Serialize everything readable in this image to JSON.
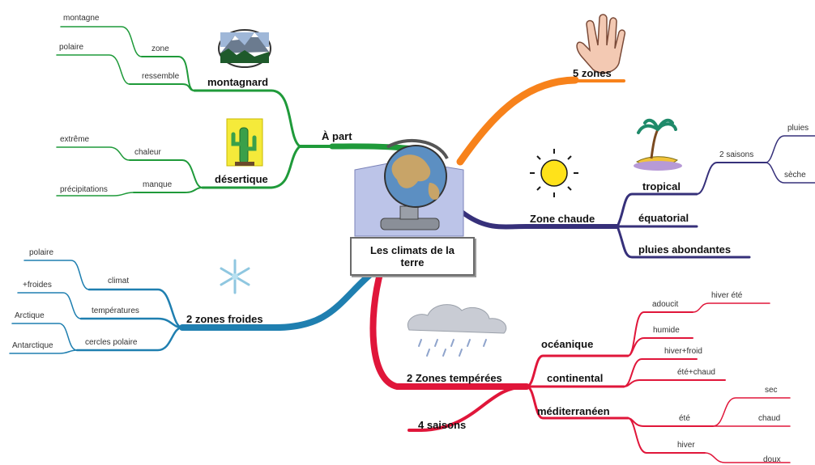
{
  "center": {
    "line1": "Les climats de la",
    "line2": "terre"
  },
  "main_branches": {
    "apart": "À part",
    "cinq_zones": "5 zones",
    "zone_chaude": "Zone chaude",
    "froides": "2 zones froides",
    "temperees": "2 Zones tempérées",
    "saisons": "4 saisons"
  },
  "apart": {
    "montagnard": "montagnard",
    "desertique": "désertique",
    "zone": "zone",
    "ressemble": "ressemble",
    "montagne": "montagne",
    "polaire": "polaire",
    "chaleur": "chaleur",
    "manque": "manque",
    "extreme": "extrême",
    "precipitations": "précipitations"
  },
  "chaude": {
    "tropical": "tropical",
    "equatorial": "équatorial",
    "pluies_abondantes": "pluies abondantes",
    "deux_saisons": "2 saisons",
    "pluies": "pluies",
    "seche": "sèche"
  },
  "froides": {
    "climat": "climat",
    "temperatures": "températures",
    "cercles": "cercles polaire",
    "polaire": "polaire",
    "froides": "+froides",
    "arctique": "Arctique",
    "antarctique": "Antarctique"
  },
  "temperees": {
    "oceanique": "océanique",
    "continental": "continental",
    "mediterraneen": "méditerranéen",
    "adoucit": "adoucit",
    "hiver_ete": "hiver été",
    "humide": "humide",
    "hiver_froid": "hiver+froid",
    "ete_chaud": "été+chaud",
    "ete": "été",
    "sec": "sec",
    "chaud": "chaud",
    "hiver": "hiver",
    "doux": "doux"
  },
  "colors": {
    "green": "#1f9a3a",
    "orange": "#f7821b",
    "navy": "#36307a",
    "blue": "#1f7fb0",
    "red": "#e0163a"
  }
}
